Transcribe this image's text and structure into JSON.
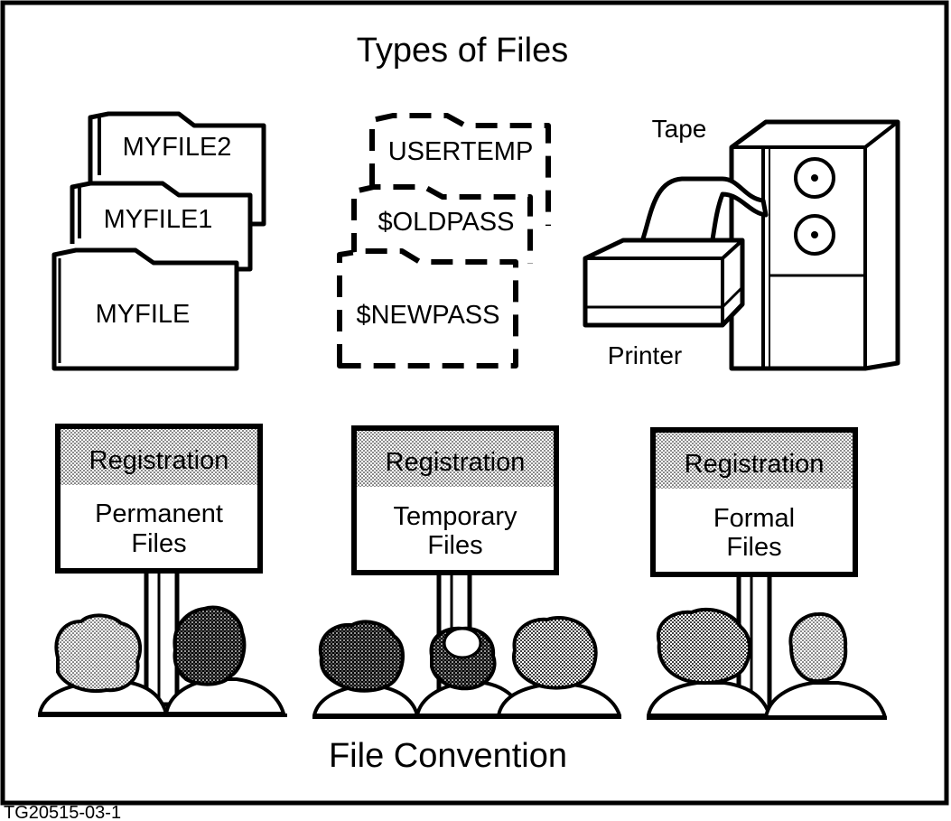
{
  "title": "Types of Files",
  "caption": "File Convention",
  "figure_id": "TG20515-03-1",
  "permanent_files": [
    "MYFILE2",
    "MYFILE1",
    "MYFILE"
  ],
  "temporary_files": [
    "USERTEMP",
    "$OLDPASS",
    "$NEWPASS"
  ],
  "devices": {
    "tape": "Tape",
    "printer": "Printer"
  },
  "signs": [
    {
      "header": "Registration",
      "line1": "Permanent",
      "line2": "Files"
    },
    {
      "header": "Registration",
      "line1": "Temporary",
      "line2": "Files"
    },
    {
      "header": "Registration",
      "line1": "Formal",
      "line2": "Files"
    }
  ]
}
